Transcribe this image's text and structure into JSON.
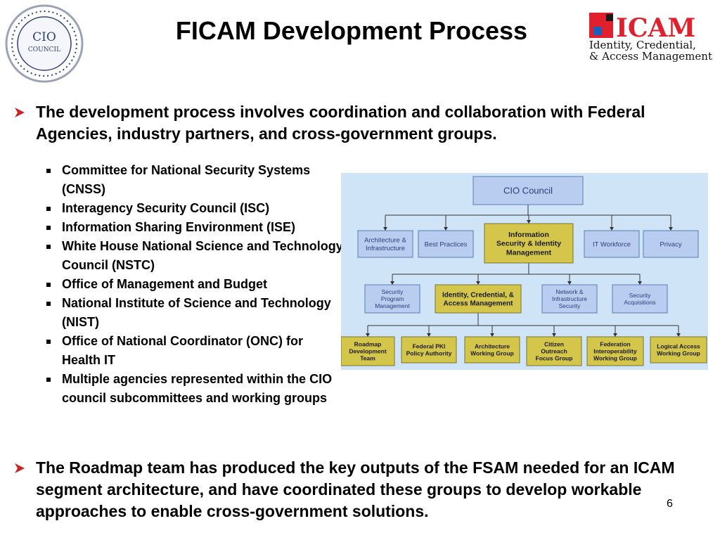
{
  "header": {
    "title": "FICAM Development Process",
    "seal_text": [
      "CIO",
      "COUNCIL"
    ],
    "logo_text": "ICAM",
    "logo_subtitle": [
      "Identity, Credential,",
      "& Access Management"
    ]
  },
  "content": {
    "bullet1": "The development process involves coordination and collaboration with Federal Agencies, industry partners, and cross-government groups.",
    "sub_items": [
      "Committee for National Security Systems (CNSS)",
      "Interagency Security Council (ISC)",
      "Information Sharing Environment (ISE)",
      "White House National Science and Technology Council (NSTC)",
      "Office of Management and Budget",
      "National Institute of Science and Technology (NIST)",
      "Office of National Coordinator (ONC) for Health IT",
      "Multiple agencies represented within the CIO council subcommittees and working groups"
    ],
    "bullet2": "The Roadmap team has produced the key outputs of the FSAM needed for an ICAM segment architecture, and have coordinated these groups to develop workable approaches to enable cross-government solutions."
  },
  "org_chart": {
    "root": [
      "CIO Council"
    ],
    "level1": [
      [
        "Architecture &",
        "Infrastructure"
      ],
      [
        "Best Practices"
      ],
      [
        "Information",
        "Security & Identity",
        "Management"
      ],
      [
        "IT Workforce"
      ],
      [
        "Privacy"
      ]
    ],
    "level2": [
      [
        "Security",
        "Program",
        "Management"
      ],
      [
        "Identity, Credential, &",
        "Access Management"
      ],
      [
        "Network &",
        "Infrastructure",
        "Security"
      ],
      [
        "Security",
        "Acquisitions"
      ]
    ],
    "level3": [
      [
        "Roadmap",
        "Development",
        "Team"
      ],
      [
        "Federal PKI",
        "Policy Authority"
      ],
      [
        "Architecture",
        "Working Group"
      ],
      [
        "Citizen",
        "Outreach",
        "Focus Group"
      ],
      [
        "Federation",
        "Interoperability",
        "Working Group"
      ],
      [
        "Logical Access",
        "Working Group"
      ]
    ],
    "colors": {
      "background": "#cfe5f7",
      "blue_box": "#b9cdf0",
      "blue_border": "#5b7bb5",
      "yellow_box": "#d4c64a",
      "yellow_border": "#7a7230",
      "line": "#333333"
    }
  },
  "footer": {
    "page_number": "6"
  }
}
